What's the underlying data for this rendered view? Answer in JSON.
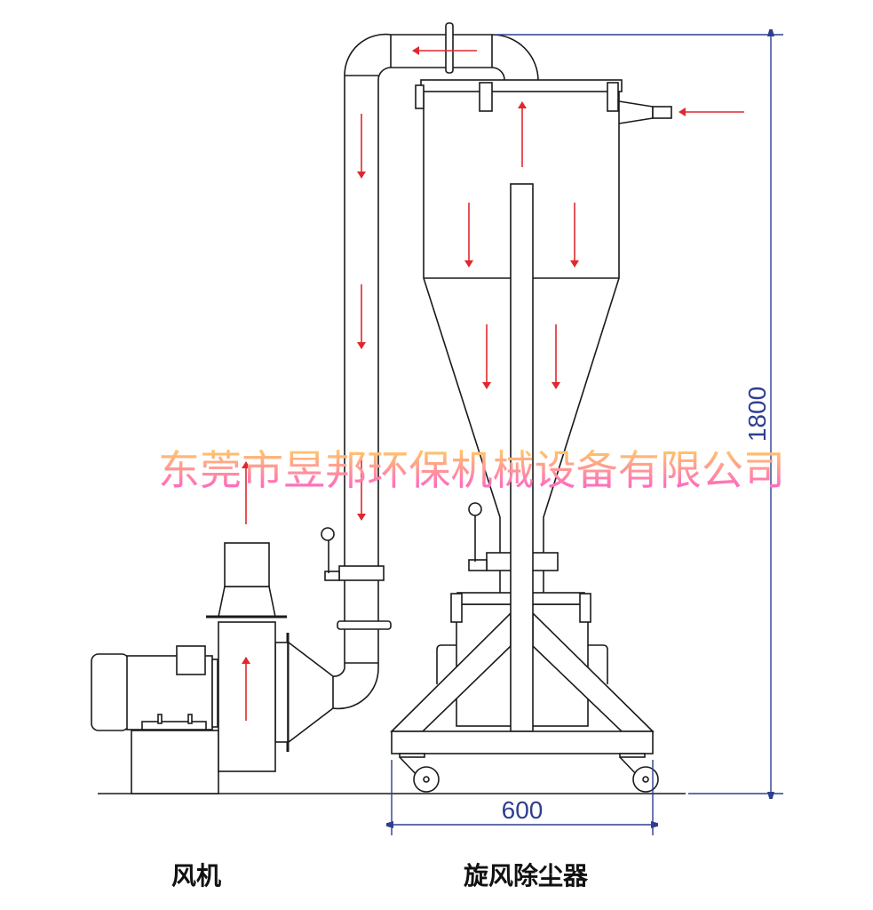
{
  "labels": {
    "fan": "风机",
    "cyclone": "旋风除尘器"
  },
  "dimensions": {
    "height": "1800",
    "width": "600"
  },
  "watermark": "东莞市昱邦环保机械设备有限公司",
  "colors": {
    "line": "#1a1a1a",
    "dimension": "#2e3f8f",
    "flow_arrow": "#e0282e",
    "watermark_top": "#ffd060",
    "watermark_bottom": "#ff5ad0"
  }
}
